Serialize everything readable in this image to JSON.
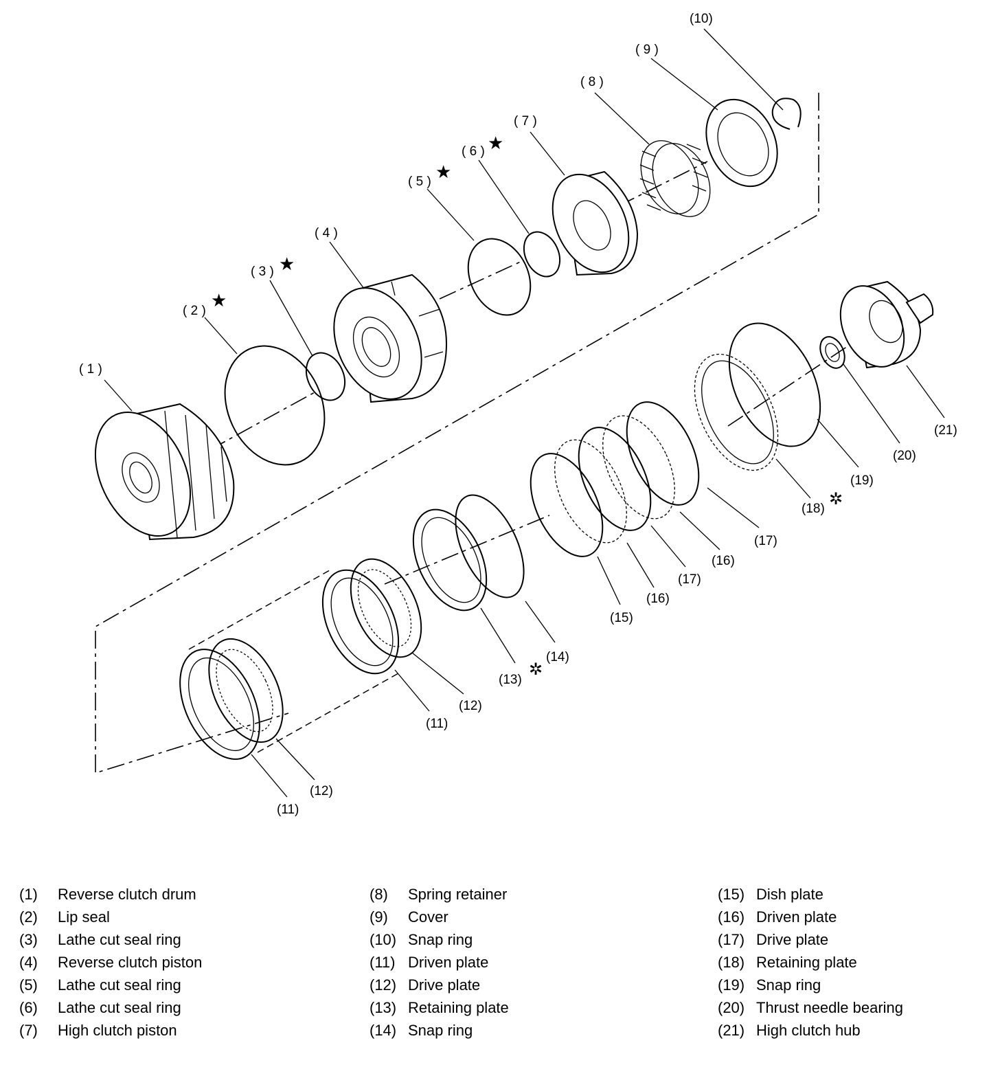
{
  "callouts": {
    "c1": "( 1 )",
    "c2": "( 2 )",
    "c3": "( 3 )",
    "c4": "( 4 )",
    "c5": "( 5 )",
    "c6": "( 6 )",
    "c7": "( 7 )",
    "c8": "( 8 )",
    "c9": "( 9 )",
    "c10": "(10)",
    "c11a": "(11)",
    "c11b": "(11)",
    "c12a": "(12)",
    "c12b": "(12)",
    "c13": "(13)",
    "c14": "(14)",
    "c15": "(15)",
    "c16a": "(16)",
    "c16b": "(16)",
    "c17a": "(17)",
    "c17b": "(17)",
    "c18": "(18)",
    "c19": "(19)",
    "c20": "(20)",
    "c21": "(21)"
  },
  "marks": {
    "star": "★",
    "asterisk": "✲"
  },
  "legend": {
    "col1": [
      {
        "num": "(1)",
        "name": "Reverse clutch drum"
      },
      {
        "num": "(2)",
        "name": "Lip seal"
      },
      {
        "num": "(3)",
        "name": "Lathe cut seal ring"
      },
      {
        "num": "(4)",
        "name": "Reverse clutch piston"
      },
      {
        "num": "(5)",
        "name": "Lathe cut seal ring"
      },
      {
        "num": "(6)",
        "name": "Lathe cut seal ring"
      },
      {
        "num": "(7)",
        "name": "High clutch piston"
      }
    ],
    "col2": [
      {
        "num": "(8)",
        "name": "Spring retainer"
      },
      {
        "num": "(9)",
        "name": "Cover"
      },
      {
        "num": "(10)",
        "name": "Snap ring"
      },
      {
        "num": "(11)",
        "name": "Driven plate"
      },
      {
        "num": "(12)",
        "name": "Drive plate"
      },
      {
        "num": "(13)",
        "name": "Retaining plate"
      },
      {
        "num": "(14)",
        "name": "Snap ring"
      }
    ],
    "col3": [
      {
        "num": "(15)",
        "name": "Dish plate"
      },
      {
        "num": "(16)",
        "name": "Driven plate"
      },
      {
        "num": "(17)",
        "name": "Drive plate"
      },
      {
        "num": "(18)",
        "name": "Retaining plate"
      },
      {
        "num": "(19)",
        "name": "Snap ring"
      },
      {
        "num": "(20)",
        "name": "Thrust needle bearing"
      },
      {
        "num": "(21)",
        "name": "High clutch hub"
      }
    ]
  }
}
